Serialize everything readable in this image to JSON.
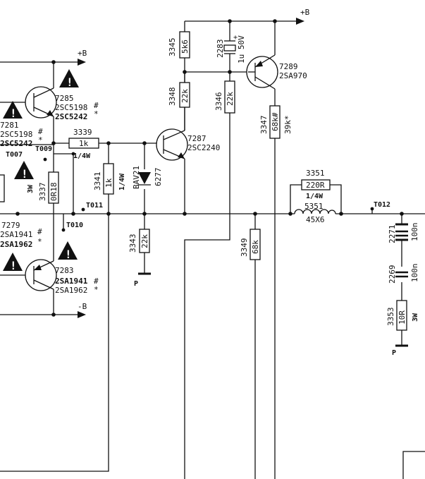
{
  "rails": {
    "pos": "+B",
    "neg": "-B"
  },
  "ground_label": "P",
  "warning_glyph": "!",
  "warning_icon": "warning-triangle-icon",
  "transistors": {
    "t7285": {
      "ref": "7285",
      "type": "2SC5198",
      "alt": "2SC5242",
      "mark": "#",
      "star": "*"
    },
    "t7281": {
      "ref": "7281",
      "type": "2SC5198",
      "alt": "2SC5242",
      "mark": "#",
      "star": "*"
    },
    "t7279": {
      "ref": "7279",
      "type": "2SA1941",
      "alt": "2SA1962",
      "mark": "#",
      "star": "*"
    },
    "t7283": {
      "ref": "7283",
      "type": "2SA1941",
      "alt": "2SA1962",
      "mark": "#",
      "star": "*"
    },
    "t7287": {
      "ref": "7287",
      "type": "2SC2240"
    },
    "t7289": {
      "ref": "7289",
      "type": "2SA970"
    }
  },
  "resistors": {
    "r3339": {
      "ref": "3339",
      "value": "1k",
      "rating": "1/4W"
    },
    "r3341": {
      "ref": "3341",
      "value": "1k",
      "rating": "1/4W"
    },
    "r3337": {
      "ref": "3337",
      "value": "0R18",
      "rating": "3W"
    },
    "r3343": {
      "ref": "3343",
      "value": "22k"
    },
    "r3345": {
      "ref": "3345",
      "value": "5k6"
    },
    "r3348": {
      "ref": "3348",
      "value": "22k"
    },
    "r3346": {
      "ref": "3346",
      "value": "22k"
    },
    "r3347": {
      "ref": "3347",
      "value": "68k#",
      "alt": "39k*"
    },
    "r3349": {
      "ref": "3349",
      "value": "68k"
    },
    "r3351": {
      "ref": "3351",
      "value": "220R",
      "rating": "1/4W"
    },
    "r3353": {
      "ref": "3353",
      "value": "10R",
      "rating": "3W"
    }
  },
  "capacitors": {
    "c2283": {
      "ref": "2283",
      "value": "1u 50V"
    },
    "c2271": {
      "ref": "2271",
      "value": "100n"
    },
    "c2269": {
      "ref": "2269",
      "value": "100n"
    }
  },
  "diode": {
    "ref": "6277",
    "type": "BAV21"
  },
  "inductor": {
    "ref": "5351",
    "value": "45X6"
  },
  "test_points": {
    "t007": "T007",
    "t009": "T009",
    "t010": "T010",
    "t011": "T011",
    "t012": "T012"
  }
}
